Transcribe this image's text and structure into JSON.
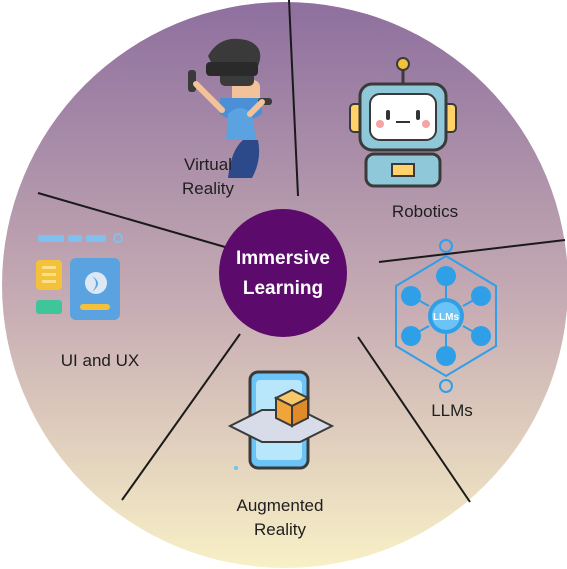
{
  "center": {
    "line1": "Immersive",
    "line2": "Learning"
  },
  "segments": [
    {
      "id": "vr",
      "line1": "Virtual",
      "line2": "Reality",
      "icon": "vr-headset-person-icon"
    },
    {
      "id": "robotics",
      "line1": "Robotics",
      "icon": "robot-icon"
    },
    {
      "id": "llms",
      "line1": "LLMs",
      "icon": "neural-network-icon",
      "icon_text": "LLMs"
    },
    {
      "id": "ar",
      "line1": "Augmented",
      "line2": "Reality",
      "icon": "ar-phone-cube-icon"
    },
    {
      "id": "uiux",
      "line1": "UI and UX",
      "icon": "ui-ux-design-icon"
    }
  ],
  "colors": {
    "gradient_top": "#8e6f9e",
    "gradient_bottom": "#f8f0c6",
    "center_fill": "#5c0a6b",
    "divider": "#1a1a1a",
    "llm_blue": "#2f9fe8"
  }
}
